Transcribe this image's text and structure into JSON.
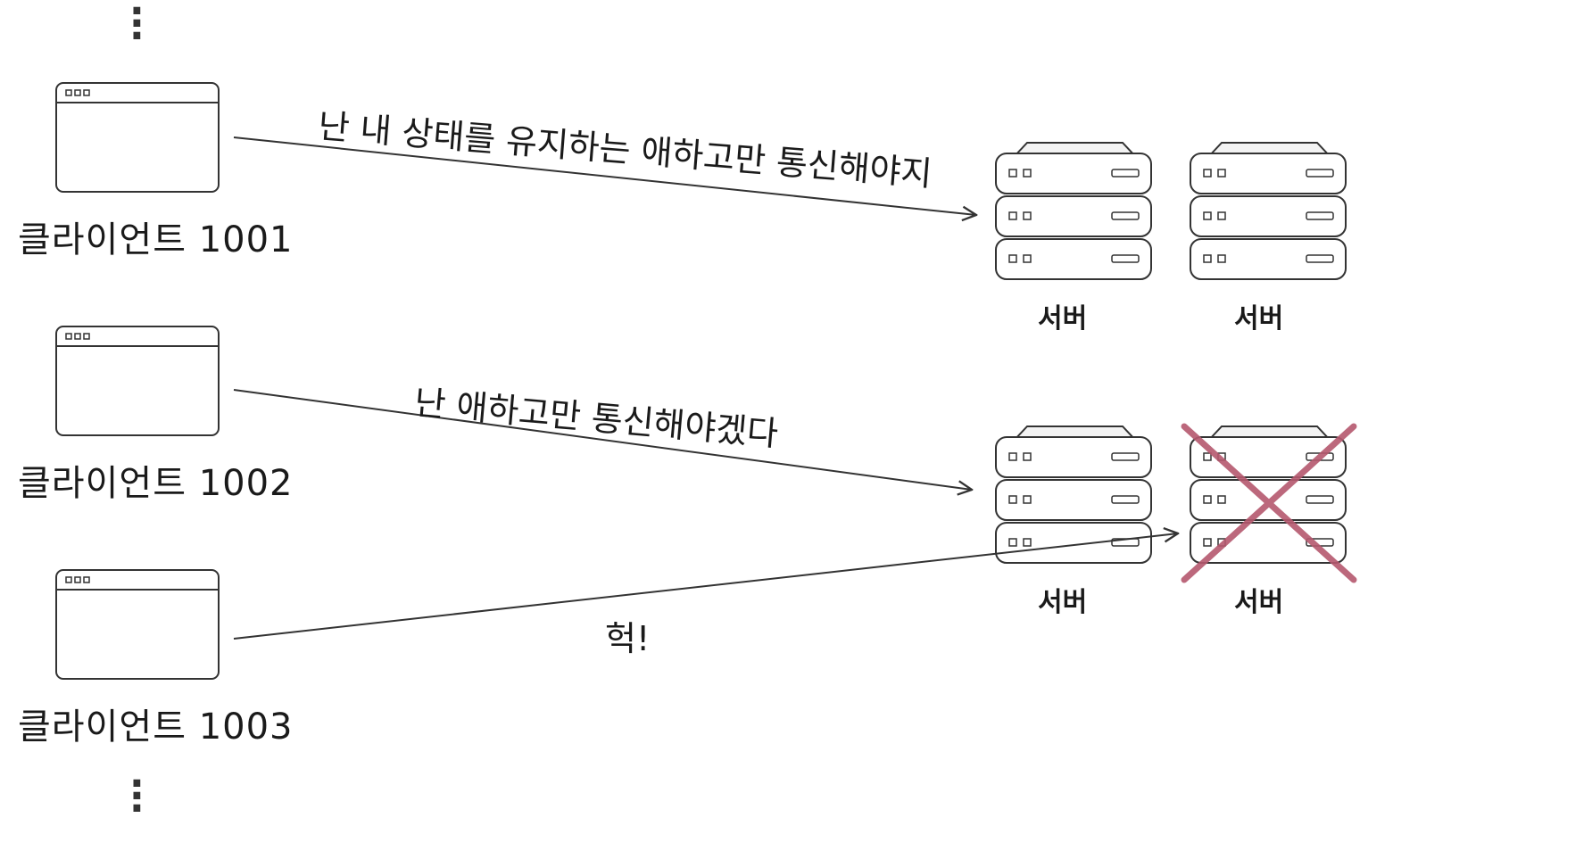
{
  "clients": [
    {
      "label": "클라이언트 1001"
    },
    {
      "label": "클라이언트 1002"
    },
    {
      "label": "클라이언트 1003"
    }
  ],
  "servers": [
    {
      "label": "서버",
      "failed": false
    },
    {
      "label": "서버",
      "failed": false
    },
    {
      "label": "서버",
      "failed": false
    },
    {
      "label": "서버",
      "failed": true
    }
  ],
  "messages": [
    {
      "text": "난 내 상태를 유지하는 애하고만 통신해야지"
    },
    {
      "text": "난 애하고만 통신해야겠다"
    },
    {
      "text": "헉!"
    }
  ],
  "colors": {
    "failure_x": "#b5586e",
    "stroke": "#333333"
  }
}
